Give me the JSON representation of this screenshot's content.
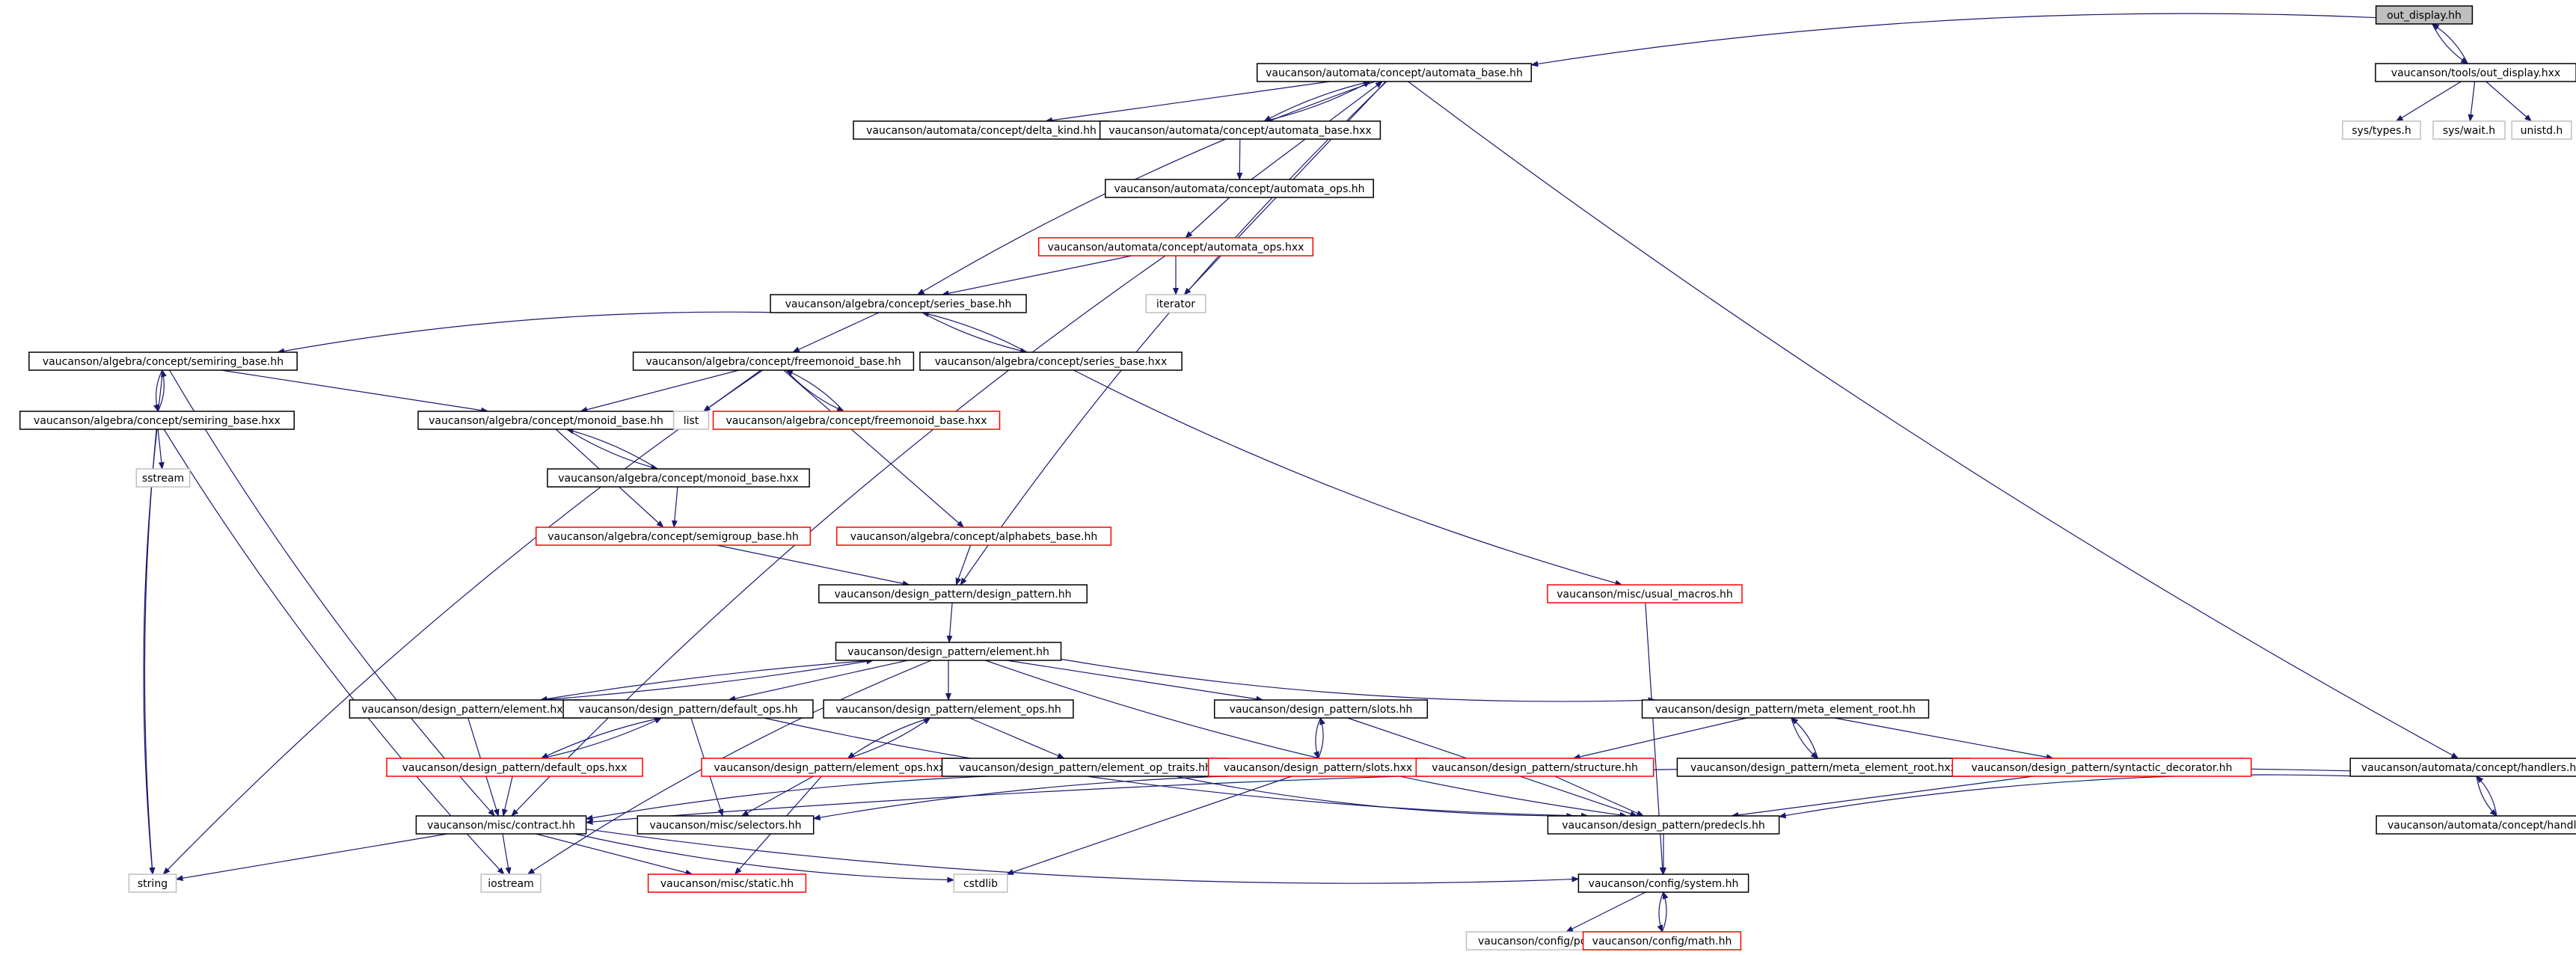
{
  "colors": {
    "edge": "#191970",
    "node_border_default": "#000000",
    "node_border_missing": "#ff0000",
    "node_border_system": "#bfbfbf",
    "root_fill": "#bfbfbf",
    "text": "#000000"
  },
  "graph": {
    "nodes": [
      {
        "id": "n0",
        "label": "out_display.hh",
        "kind": "root"
      },
      {
        "id": "n1",
        "label": "vaucanson/automata/concept/automata_base.hh",
        "kind": "default"
      },
      {
        "id": "n2",
        "label": "vaucanson/tools/out_display.hxx",
        "kind": "default"
      },
      {
        "id": "n3",
        "label": "vaucanson/automata/concept/delta_kind.hh",
        "kind": "default"
      },
      {
        "id": "n4",
        "label": "vaucanson/automata/concept/automata_base.hxx",
        "kind": "default"
      },
      {
        "id": "n5",
        "label": "sys/types.h",
        "kind": "system"
      },
      {
        "id": "n6",
        "label": "sys/wait.h",
        "kind": "system"
      },
      {
        "id": "n7",
        "label": "unistd.h",
        "kind": "system"
      },
      {
        "id": "n8",
        "label": "vaucanson/automata/concept/automata_ops.hh",
        "kind": "default"
      },
      {
        "id": "n9",
        "label": "vaucanson/automata/concept/automata_ops.hxx",
        "kind": "missing"
      },
      {
        "id": "n10",
        "label": "iterator",
        "kind": "system"
      },
      {
        "id": "n11",
        "label": "vaucanson/algebra/concept/series_base.hh",
        "kind": "default"
      },
      {
        "id": "n12",
        "label": "vaucanson/algebra/concept/semiring_base.hh",
        "kind": "default"
      },
      {
        "id": "n13",
        "label": "vaucanson/algebra/concept/freemonoid_base.hh",
        "kind": "default"
      },
      {
        "id": "n14",
        "label": "vaucanson/algebra/concept/series_base.hxx",
        "kind": "default"
      },
      {
        "id": "n15",
        "label": "vaucanson/algebra/concept/semiring_base.hxx",
        "kind": "default"
      },
      {
        "id": "n16",
        "label": "vaucanson/algebra/concept/monoid_base.hh",
        "kind": "default"
      },
      {
        "id": "n17",
        "label": "list",
        "kind": "system"
      },
      {
        "id": "n18",
        "label": "vaucanson/algebra/concept/freemonoid_base.hxx",
        "kind": "missing"
      },
      {
        "id": "n19",
        "label": "sstream",
        "kind": "system"
      },
      {
        "id": "n20",
        "label": "vaucanson/algebra/concept/monoid_base.hxx",
        "kind": "default"
      },
      {
        "id": "n21",
        "label": "vaucanson/algebra/concept/semigroup_base.hh",
        "kind": "missing"
      },
      {
        "id": "n22",
        "label": "vaucanson/algebra/concept/alphabets_base.hh",
        "kind": "missing"
      },
      {
        "id": "n23",
        "label": "vaucanson/design_pattern/design_pattern.hh",
        "kind": "default"
      },
      {
        "id": "n24",
        "label": "vaucanson/misc/usual_macros.hh",
        "kind": "missing"
      },
      {
        "id": "n25",
        "label": "vaucanson/design_pattern/element.hh",
        "kind": "default"
      },
      {
        "id": "n26",
        "label": "vaucanson/design_pattern/element.hxx",
        "kind": "default"
      },
      {
        "id": "n27",
        "label": "vaucanson/design_pattern/default_ops.hh",
        "kind": "default"
      },
      {
        "id": "n28",
        "label": "vaucanson/design_pattern/element_ops.hh",
        "kind": "default"
      },
      {
        "id": "n29",
        "label": "vaucanson/design_pattern/slots.hh",
        "kind": "default"
      },
      {
        "id": "n30",
        "label": "vaucanson/design_pattern/meta_element_root.hh",
        "kind": "default"
      },
      {
        "id": "n31",
        "label": "vaucanson/automata/concept/handlers.hh",
        "kind": "default"
      },
      {
        "id": "n32",
        "label": "vaucanson/design_pattern/default_ops.hxx",
        "kind": "missing"
      },
      {
        "id": "n33",
        "label": "vaucanson/design_pattern/element_ops.hxx",
        "kind": "missing"
      },
      {
        "id": "n34",
        "label": "vaucanson/design_pattern/element_op_traits.hh",
        "kind": "default"
      },
      {
        "id": "n35",
        "label": "vaucanson/design_pattern/slots.hxx",
        "kind": "missing"
      },
      {
        "id": "n36",
        "label": "vaucanson/design_pattern/structure.hh",
        "kind": "missing"
      },
      {
        "id": "n37",
        "label": "vaucanson/design_pattern/meta_element_root.hxx",
        "kind": "default"
      },
      {
        "id": "n38",
        "label": "vaucanson/design_pattern/syntactic_decorator.hh",
        "kind": "missing"
      },
      {
        "id": "n39",
        "label": "vaucanson/misc/contract.hh",
        "kind": "default"
      },
      {
        "id": "n40",
        "label": "vaucanson/misc/selectors.hh",
        "kind": "default"
      },
      {
        "id": "n41",
        "label": "vaucanson/design_pattern/predecls.hh",
        "kind": "default"
      },
      {
        "id": "n42",
        "label": "vaucanson/automata/concept/handlers.hxx",
        "kind": "default"
      },
      {
        "id": "n43",
        "label": "string",
        "kind": "system"
      },
      {
        "id": "n44",
        "label": "iostream",
        "kind": "system"
      },
      {
        "id": "n45",
        "label": "vaucanson/misc/static.hh",
        "kind": "missing"
      },
      {
        "id": "n46",
        "label": "cstdlib",
        "kind": "system"
      },
      {
        "id": "n47",
        "label": "vaucanson/config/system.hh",
        "kind": "default"
      },
      {
        "id": "n48",
        "label": "vaucanson/config/pconf.hh",
        "kind": "system"
      },
      {
        "id": "n49",
        "label": "vaucanson/config/math.hh",
        "kind": "missing"
      }
    ],
    "edges": [
      [
        "n0",
        "n1"
      ],
      [
        "n0",
        "n2"
      ],
      [
        "n2",
        "n0"
      ],
      [
        "n2",
        "n5"
      ],
      [
        "n2",
        "n6"
      ],
      [
        "n2",
        "n7"
      ],
      [
        "n1",
        "n3"
      ],
      [
        "n1",
        "n4"
      ],
      [
        "n4",
        "n1"
      ],
      [
        "n4",
        "n8"
      ],
      [
        "n8",
        "n1"
      ],
      [
        "n8",
        "n9"
      ],
      [
        "n1",
        "n10"
      ],
      [
        "n1",
        "n11"
      ],
      [
        "n1",
        "n23"
      ],
      [
        "n1",
        "n31"
      ],
      [
        "n9",
        "n10"
      ],
      [
        "n9",
        "n11"
      ],
      [
        "n9",
        "n39"
      ],
      [
        "n11",
        "n12"
      ],
      [
        "n11",
        "n13"
      ],
      [
        "n11",
        "n14"
      ],
      [
        "n14",
        "n11"
      ],
      [
        "n14",
        "n24"
      ],
      [
        "n12",
        "n15"
      ],
      [
        "n15",
        "n12"
      ],
      [
        "n12",
        "n16"
      ],
      [
        "n12",
        "n43"
      ],
      [
        "n12",
        "n39"
      ],
      [
        "n15",
        "n19"
      ],
      [
        "n15",
        "n43"
      ],
      [
        "n15",
        "n44"
      ],
      [
        "n13",
        "n16"
      ],
      [
        "n13",
        "n17"
      ],
      [
        "n13",
        "n18"
      ],
      [
        "n18",
        "n13"
      ],
      [
        "n13",
        "n22"
      ],
      [
        "n13",
        "n43"
      ],
      [
        "n16",
        "n20"
      ],
      [
        "n20",
        "n16"
      ],
      [
        "n16",
        "n21"
      ],
      [
        "n20",
        "n21"
      ],
      [
        "n21",
        "n23"
      ],
      [
        "n22",
        "n23"
      ],
      [
        "n23",
        "n25"
      ],
      [
        "n24",
        "n47"
      ],
      [
        "n25",
        "n26"
      ],
      [
        "n26",
        "n25"
      ],
      [
        "n25",
        "n27"
      ],
      [
        "n25",
        "n28"
      ],
      [
        "n25",
        "n29"
      ],
      [
        "n25",
        "n30"
      ],
      [
        "n25",
        "n41"
      ],
      [
        "n25",
        "n44"
      ],
      [
        "n26",
        "n39"
      ],
      [
        "n27",
        "n32"
      ],
      [
        "n32",
        "n27"
      ],
      [
        "n27",
        "n40"
      ],
      [
        "n27",
        "n41"
      ],
      [
        "n32",
        "n39"
      ],
      [
        "n28",
        "n33"
      ],
      [
        "n33",
        "n28"
      ],
      [
        "n28",
        "n34"
      ],
      [
        "n33",
        "n40"
      ],
      [
        "n33",
        "n45"
      ],
      [
        "n34",
        "n41"
      ],
      [
        "n29",
        "n35"
      ],
      [
        "n35",
        "n29"
      ],
      [
        "n29",
        "n41"
      ],
      [
        "n35",
        "n39"
      ],
      [
        "n35",
        "n46"
      ],
      [
        "n30",
        "n36"
      ],
      [
        "n30",
        "n37"
      ],
      [
        "n37",
        "n30"
      ],
      [
        "n30",
        "n38"
      ],
      [
        "n36",
        "n41"
      ],
      [
        "n36",
        "n40"
      ],
      [
        "n38",
        "n41"
      ],
      [
        "n31",
        "n42"
      ],
      [
        "n42",
        "n31"
      ],
      [
        "n31",
        "n41"
      ],
      [
        "n31",
        "n39"
      ],
      [
        "n39",
        "n43"
      ],
      [
        "n39",
        "n44"
      ],
      [
        "n39",
        "n45"
      ],
      [
        "n39",
        "n46"
      ],
      [
        "n39",
        "n47"
      ],
      [
        "n41",
        "n47"
      ],
      [
        "n47",
        "n48"
      ],
      [
        "n47",
        "n49"
      ],
      [
        "n49",
        "n47"
      ]
    ]
  }
}
